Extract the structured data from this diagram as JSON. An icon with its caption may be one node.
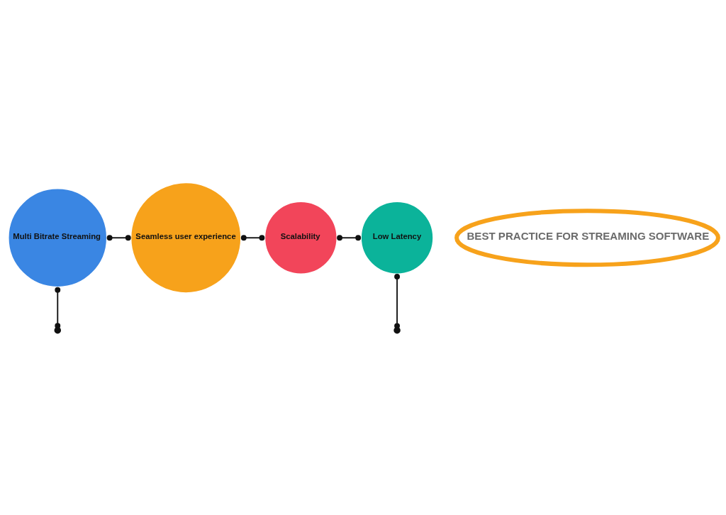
{
  "diagram": {
    "nodes": [
      {
        "text": [
          "Multi Bitrate Streaming"
        ]
      },
      {
        "text": [
          "Seamless user experience"
        ]
      },
      {
        "text": [
          "Scalability"
        ]
      },
      {
        "text": [
          "Low Latency"
        ]
      },
      {
        "text": [
          "BEST PRACTICE FOR STREAMING SOFTWARE"
        ]
      }
    ],
    "edges": [
      {
        "from": 0,
        "to": 1,
        "arrow": "other"
      },
      {
        "from": 1,
        "to": 2,
        "arrow": "other"
      },
      {
        "from": 2,
        "to": 3,
        "arrow": "other"
      },
      {
        "from": 0,
        "to": null,
        "arrow": "other"
      },
      {
        "from": 3,
        "to": null,
        "arrow": "other"
      }
    ]
  }
}
